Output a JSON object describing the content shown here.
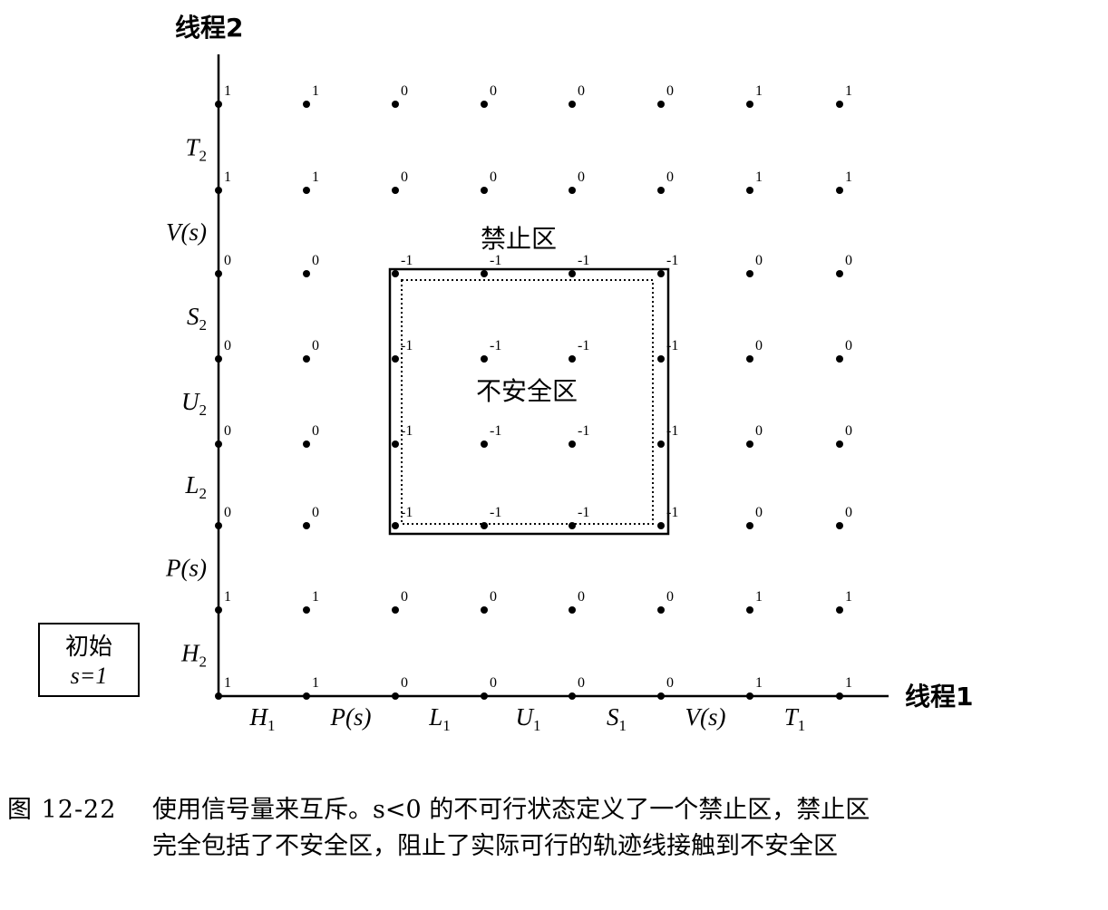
{
  "axis_labels": {
    "y": "线程2",
    "x": "线程1"
  },
  "x_segments": [
    {
      "base": "H",
      "sub": "1"
    },
    {
      "base": "P(s)",
      "sub": ""
    },
    {
      "base": "L",
      "sub": "1"
    },
    {
      "base": "U",
      "sub": "1"
    },
    {
      "base": "S",
      "sub": "1"
    },
    {
      "base": "V(s)",
      "sub": ""
    },
    {
      "base": "T",
      "sub": "1"
    }
  ],
  "y_segments": [
    {
      "base": "H",
      "sub": "2"
    },
    {
      "base": "P(s)",
      "sub": ""
    },
    {
      "base": "L",
      "sub": "2"
    },
    {
      "base": "U",
      "sub": "2"
    },
    {
      "base": "S",
      "sub": "2"
    },
    {
      "base": "V(s)",
      "sub": ""
    },
    {
      "base": "T",
      "sub": "2"
    }
  ],
  "grid_values_bottom_to_top": [
    [
      "1",
      "1",
      "0",
      "0",
      "0",
      "0",
      "1",
      "1"
    ],
    [
      "1",
      "1",
      "0",
      "0",
      "0",
      "0",
      "1",
      "1"
    ],
    [
      "0",
      "0",
      "-1",
      "-1",
      "-1",
      "-1",
      "0",
      "0"
    ],
    [
      "0",
      "0",
      "-1",
      "-1",
      "-1",
      "-1",
      "0",
      "0"
    ],
    [
      "0",
      "0",
      "-1",
      "-1",
      "-1",
      "-1",
      "0",
      "0"
    ],
    [
      "0",
      "0",
      "-1",
      "-1",
      "-1",
      "-1",
      "0",
      "0"
    ],
    [
      "1",
      "1",
      "0",
      "0",
      "0",
      "0",
      "1",
      "1"
    ],
    [
      "1",
      "1",
      "0",
      "0",
      "0",
      "0",
      "1",
      "1"
    ]
  ],
  "forbidden_region_label": "禁止区",
  "unsafe_region_label": "不安全区",
  "initial_box": {
    "line1": "初始",
    "line2": "s=1"
  },
  "caption": {
    "figure_number": "图 12-22",
    "line1": "使用信号量来互斥。s<0 的不可行状态定义了一个禁止区，禁止区",
    "line2": "完全包括了不安全区，阻止了实际可行的轨迹线接触到不安全区"
  }
}
